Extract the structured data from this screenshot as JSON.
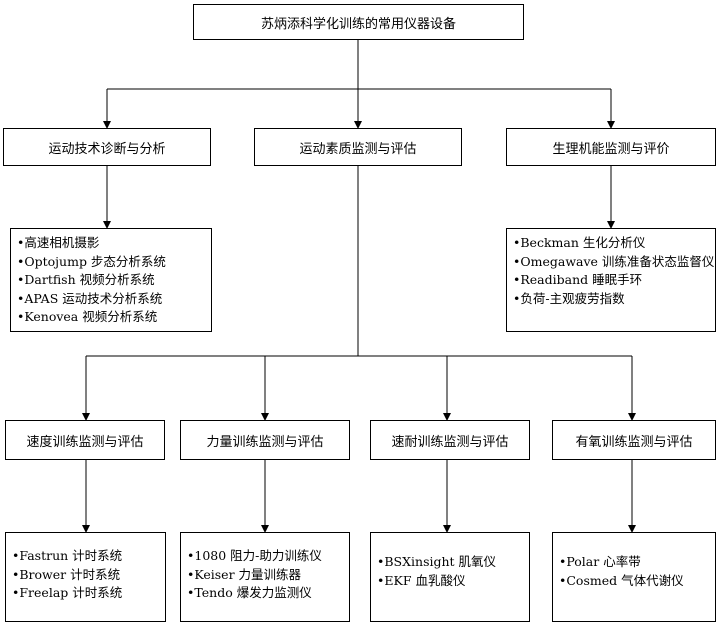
{
  "root": {
    "title": "苏炳添科学化训练的常用仪器设备"
  },
  "level1": [
    {
      "label": "运动技术诊断与分析",
      "items": [
        "•高速相机摄影",
        "•Optojump 步态分析系统",
        "•Dartfish 视频分析系统",
        "•APAS 运动技术分析系统",
        "•Kenovea 视频分析系统"
      ]
    },
    {
      "label": "运动素质监测与评估",
      "items": []
    },
    {
      "label": "生理机能监测与评价",
      "items": [
        "•Beckman 生化分析仪",
        "•Omegawave 训练准备状态监督仪",
        "•Readiband 睡眠手环",
        "•负荷-主观疲劳指数"
      ]
    }
  ],
  "level2": [
    {
      "label": "速度训练监测与评估",
      "items": [
        "•Fastrun 计时系统",
        "•Brower 计时系统",
        "•Freelap 计时系统"
      ]
    },
    {
      "label": "力量训练监测与评估",
      "items": [
        "•1080 阻力-助力训练仪",
        "•Keiser 力量训练器",
        "•Tendo 爆发力监测仪"
      ]
    },
    {
      "label": "速耐训练监测与评估",
      "items": [
        "•BSXinsight 肌氧仪",
        "•EKF 血乳酸仪"
      ]
    },
    {
      "label": "有氧训练监测与评估",
      "items": [
        "•Polar 心率带",
        "•Cosmed 气体代谢仪"
      ]
    }
  ]
}
